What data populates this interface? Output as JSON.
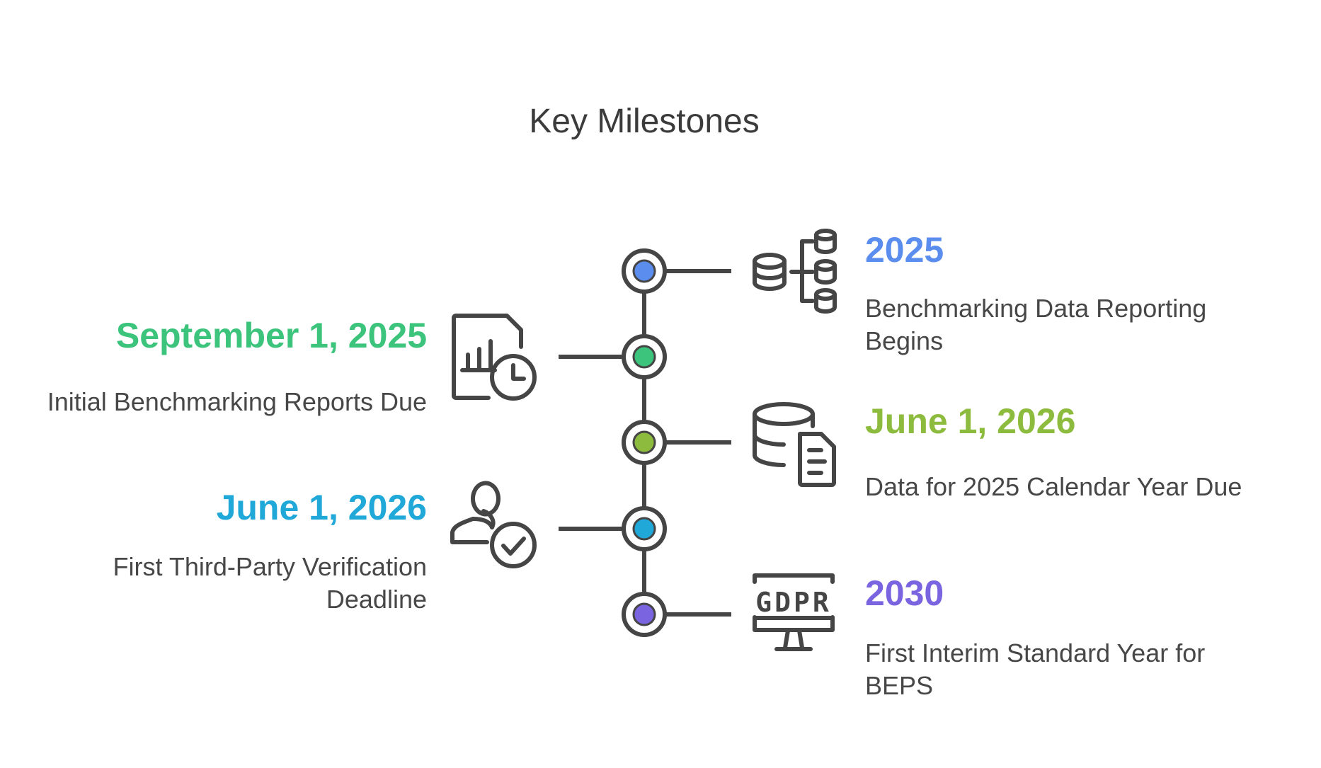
{
  "title": "Key Milestones",
  "milestones": [
    {
      "side": "right",
      "date": "2025",
      "description_lines": [
        "Benchmarking Data Reporting",
        "Begins"
      ],
      "color": "#5b8def",
      "icon": "database-network-icon"
    },
    {
      "side": "left",
      "date": "September 1, 2025",
      "description_lines": [
        "Initial Benchmarking Reports Due"
      ],
      "color": "#3cc47c",
      "icon": "report-clock-icon"
    },
    {
      "side": "right",
      "date": "June 1, 2026",
      "description_lines": [
        "Data for 2025 Calendar Year Due"
      ],
      "color": "#8dbb3e",
      "icon": "database-document-icon"
    },
    {
      "side": "left",
      "date": "June 1, 2026",
      "description_lines": [
        "First Third-Party Verification",
        "Deadline"
      ],
      "color": "#1fa8d8",
      "icon": "user-check-icon"
    },
    {
      "side": "right",
      "date": "2030",
      "description_lines": [
        "First Interim Standard Year for",
        "BEPS"
      ],
      "color": "#7b64e0",
      "icon": "gdpr-monitor-icon"
    }
  ],
  "icon_text": {
    "gdpr": "GDPR"
  }
}
